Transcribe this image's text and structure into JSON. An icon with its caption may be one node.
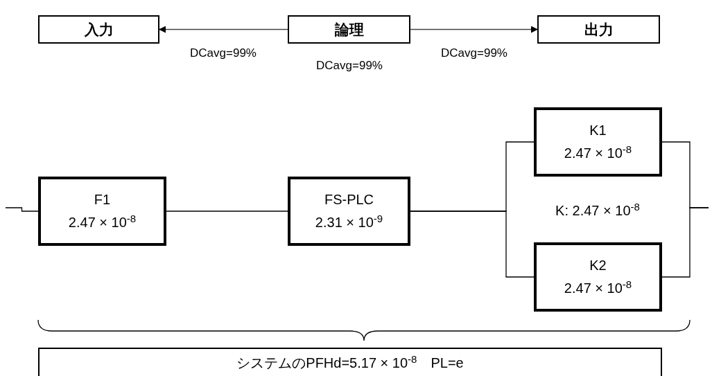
{
  "diagram": {
    "nodes": [
      {
        "text": [
          "入力"
        ]
      },
      {
        "text": [
          "論理"
        ],
        "beside": [
          "DCavg=99%"
        ]
      },
      {
        "text": [
          "出力"
        ]
      },
      {
        "text": [
          "F1",
          "2.47 × 10$^{-8}$"
        ]
      },
      {
        "text": [
          "FS-PLC",
          "2.31 × 10$^{-9}$"
        ]
      },
      {
        "text": [
          "K1",
          "2.47 × 10$^{-8}$"
        ]
      },
      {
        "text": [
          "K2",
          "2.47 × 10$^{-8}$"
        ]
      },
      {
        "text": [
          "システムのPFHd=5.17 × 10$^{-8}$　PL=e"
        ]
      }
    ],
    "edges": [
      {
        "from": 1,
        "to": 0,
        "arrow": "to",
        "label": "DCavg=99%"
      },
      {
        "from": 1,
        "to": 2,
        "arrow": "to",
        "label": "DCavg=99%"
      },
      {
        "from": null,
        "to": 3,
        "arrow": "none"
      },
      {
        "from": 3,
        "to": 4,
        "arrow": "none"
      },
      {
        "from": 4,
        "to": 5,
        "arrow": "none"
      },
      {
        "from": 4,
        "to": 6,
        "arrow": "none"
      },
      {
        "from": 5,
        "to": null,
        "arrow": "none"
      },
      {
        "from": 6,
        "to": null,
        "arrow": "none"
      }
    ],
    "labels": [
      "K: 2.47 × 10$^{-8}$"
    ]
  }
}
